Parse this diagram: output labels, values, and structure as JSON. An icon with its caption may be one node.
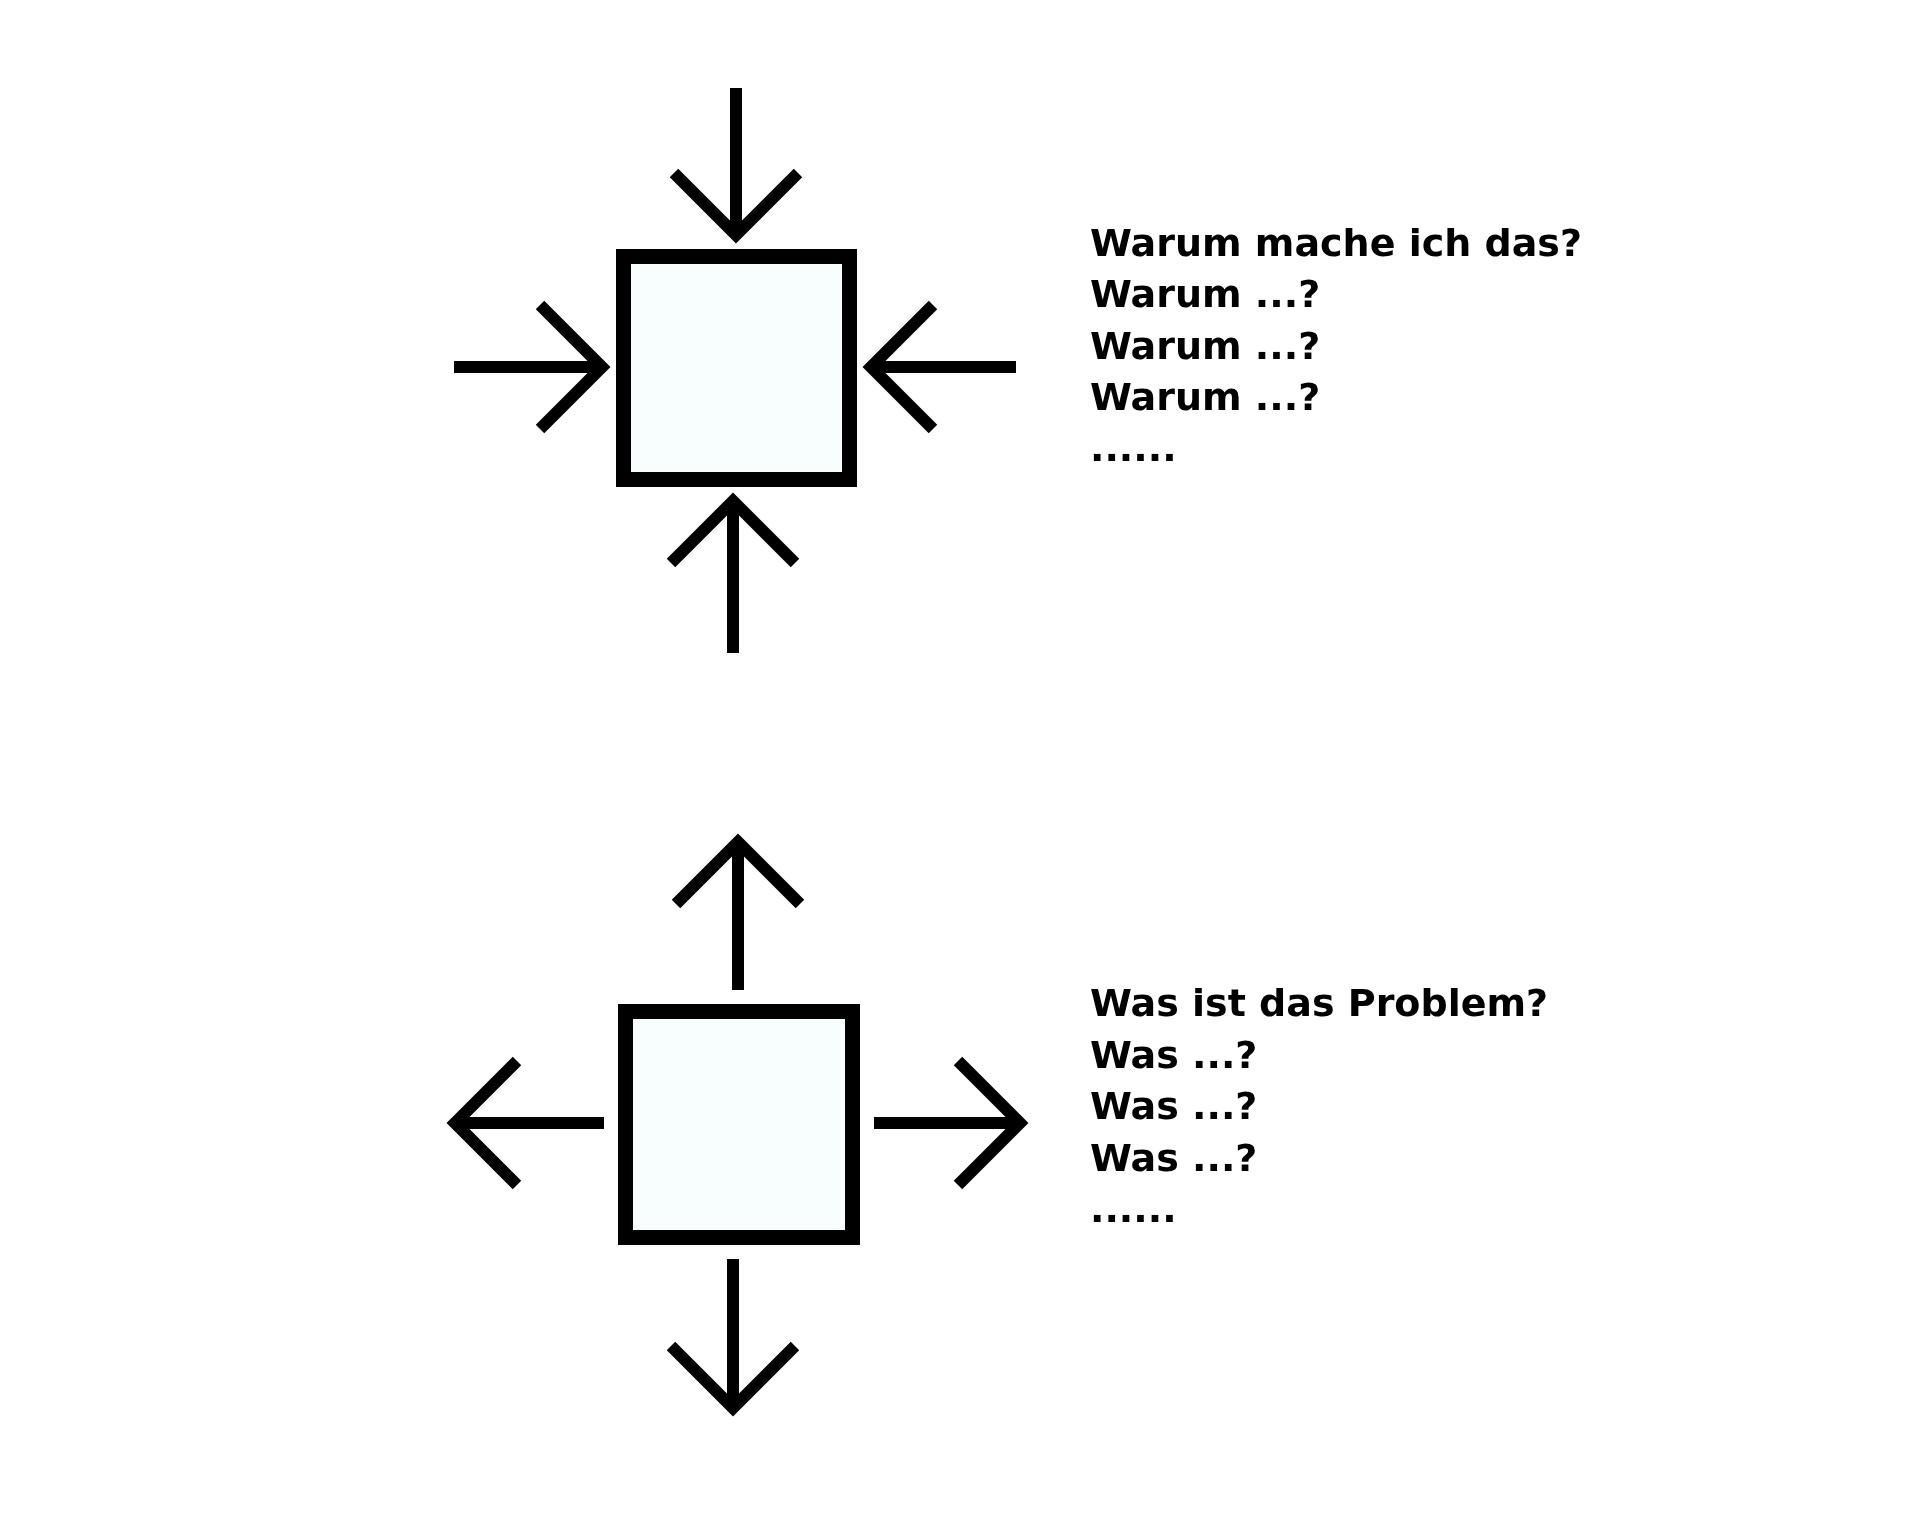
{
  "diagram": {
    "nodes": [
      {
        "text": [],
        "shape": "box"
      },
      {
        "text": [],
        "shape": "box"
      }
    ],
    "edges": [
      {
        "from": null,
        "to": 0,
        "arrow": "to"
      },
      {
        "from": null,
        "to": 0,
        "arrow": "to"
      },
      {
        "from": null,
        "to": 0,
        "arrow": "to"
      },
      {
        "from": null,
        "to": 0,
        "arrow": "to"
      },
      {
        "from": 1,
        "to": null,
        "arrow": "to"
      },
      {
        "from": 1,
        "to": null,
        "arrow": "to"
      },
      {
        "from": 1,
        "to": null,
        "arrow": "to"
      },
      {
        "from": 1,
        "to": null,
        "arrow": "to"
      }
    ],
    "labels": [
      "Warum mache ich das?",
      "Warum ...?",
      "Warum ...?",
      "Warum ...?",
      "......",
      "Was ist das Problem?",
      "Was ...?",
      "Was ...?",
      "Was ...?",
      "......"
    ]
  }
}
